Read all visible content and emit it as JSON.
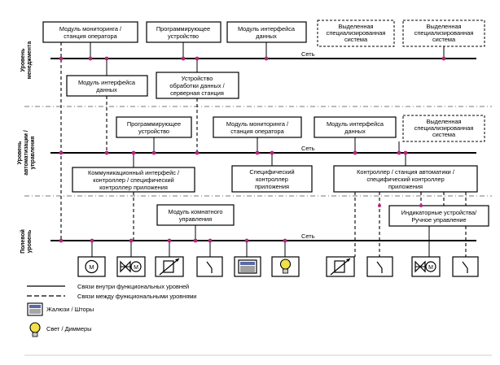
{
  "levels": {
    "management": [
      "Уровень",
      "менеджмента"
    ],
    "automation": [
      "Уровень",
      "автоматизации /",
      "управления"
    ],
    "field": [
      "Полевой",
      "уровень"
    ]
  },
  "bus_label": "Сеть",
  "management": {
    "monitoring_station": [
      "Модуль мониторинга /",
      "станция оператора"
    ],
    "programming_device": [
      "Программирующее",
      "устройство"
    ],
    "interface_module": [
      "Модуль интерфейса",
      "данных"
    ],
    "dedicated_system_1": [
      "Выделенная",
      "специализированная",
      "система"
    ],
    "dedicated_system_2": [
      "Выделенная",
      "специализированная",
      "система"
    ],
    "interface_module_lower": [
      "Модуль интерфейса",
      "данных"
    ],
    "server": [
      "Устройство",
      "обработки данных /",
      "серверная станция"
    ]
  },
  "automation": {
    "programming_device": [
      "Программирующее",
      "устройство"
    ],
    "monitoring_station": [
      "Модуль мониторинга /",
      "станция оператора"
    ],
    "interface_module": [
      "Модуль интерфейса",
      "данных"
    ],
    "dedicated_system": [
      "Выделенная",
      "специализированная",
      "система"
    ],
    "comm_interface": [
      "Коммуникационный интерфейс /",
      "контроллер / специфический",
      "контроллер приложения"
    ],
    "specific_controller": [
      "Специфический",
      "контроллер",
      "приложения"
    ],
    "automation_controller": [
      "Контроллер / станция автоматики /",
      "специфический контроллер",
      "приложения"
    ]
  },
  "field": {
    "room_module": [
      "Модуль комнатного",
      "управления"
    ],
    "indicators": [
      "Индикаторные устройства/",
      "Ручное управление"
    ],
    "motor_symbol": "M"
  },
  "legend": {
    "solid_line": "Связи внутри функциональных уровней",
    "dashed_line": "Связи между функциональными уровнями",
    "blinds": "Жалюзи / Шторы",
    "light": "Свет / Диммеры"
  }
}
